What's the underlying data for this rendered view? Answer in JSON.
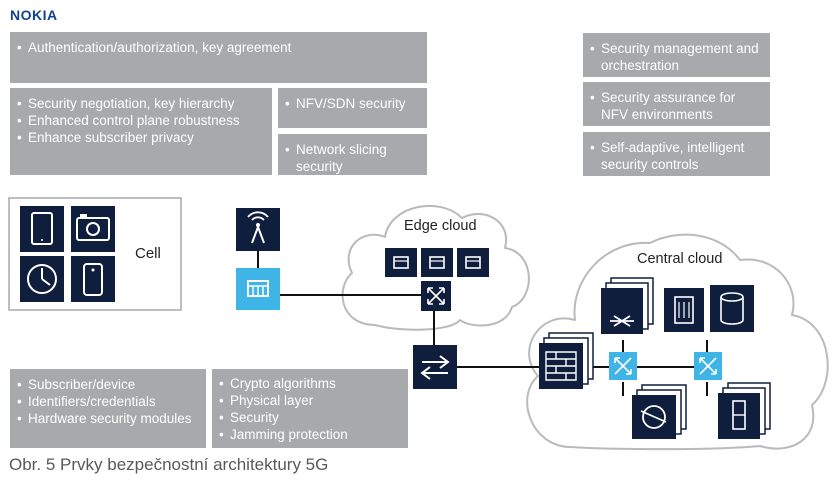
{
  "brand": {
    "logo_text": "NOKIA"
  },
  "security_boxes": [
    {
      "items": [
        "Authentication/authorization, key agreement"
      ]
    },
    {
      "items": [
        "Security negotiation, key hierarchy",
        "Enhanced control plane robustness",
        "Enhance subscriber privacy"
      ]
    },
    {
      "items": [
        "NFV/SDN security"
      ]
    },
    {
      "items": [
        "Network slicing security"
      ]
    },
    {
      "items": [
        "Security management and orchestration"
      ]
    },
    {
      "items": [
        "Security assurance for NFV environments"
      ]
    },
    {
      "items": [
        "Self-adaptive, intelligent security controls"
      ]
    },
    {
      "items": [
        "Subscriber/device",
        "Identifiers/credentials",
        "Hardware security modules"
      ]
    },
    {
      "items": [
        "Crypto algorithms",
        "Physical layer",
        "Security",
        "Jamming protection"
      ]
    }
  ],
  "diagram": {
    "cell_label": "Cell",
    "edge_cloud_label": "Edge cloud",
    "central_cloud_label": "Central cloud",
    "device_icons": [
      "tablet-icon",
      "camera-icon",
      "clock-icon",
      "phone-icon"
    ],
    "colors": {
      "dark_node": "#0f1e3d",
      "accent_node": "#3fb4e6",
      "box_gray": "#a7a9ac",
      "cloud_stroke": "#b8babd",
      "logo": "#124191"
    }
  },
  "caption": "Obr. 5 Prvky bezpečnostní architektury 5G"
}
